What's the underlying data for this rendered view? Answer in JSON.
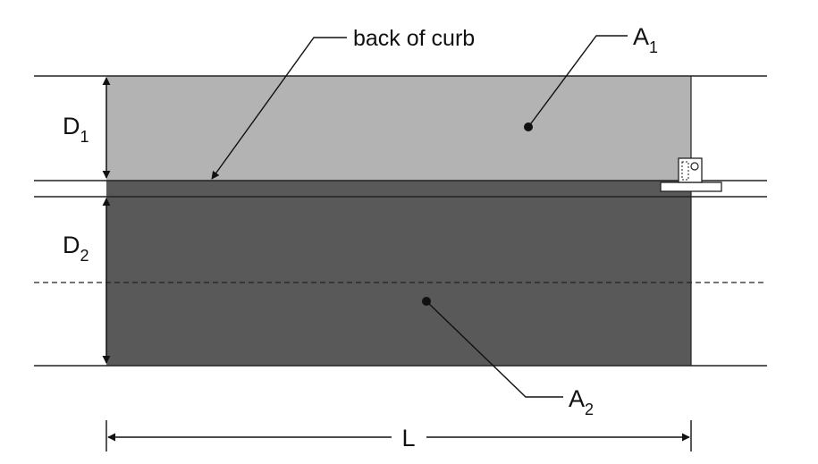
{
  "labels": {
    "back_of_curb": "back of curb",
    "d1_main": "D",
    "d1_sub": "1",
    "d2_main": "D",
    "d2_sub": "2",
    "a1_main": "A",
    "a1_sub": "1",
    "a2_main": "A",
    "a2_sub": "2",
    "length": "L"
  },
  "colors": {
    "region_a1_fill": "#b3b3b3",
    "region_a2_fill": "#595959",
    "line": "#222222"
  }
}
